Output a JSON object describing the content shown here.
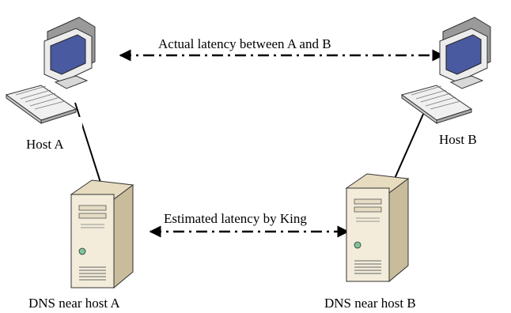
{
  "labels": {
    "actual": "Actual latency between A and B",
    "estimated": "Estimated latency by King",
    "host_a": "Host A",
    "host_b": "Host B",
    "dns_a": "DNS near host A",
    "dns_b": "DNS near host B"
  },
  "icons": {
    "host_a": "desktop-computer-icon",
    "host_b": "desktop-computer-icon",
    "dns_a": "server-tower-icon",
    "dns_b": "server-tower-icon"
  },
  "colors": {
    "monitor_body": "#ececec",
    "monitor_shadow": "#9a9a9a",
    "screen": "#4a5aa0",
    "server_body": "#f3ecda",
    "server_side": "#c9bc9a",
    "line": "#000000"
  }
}
